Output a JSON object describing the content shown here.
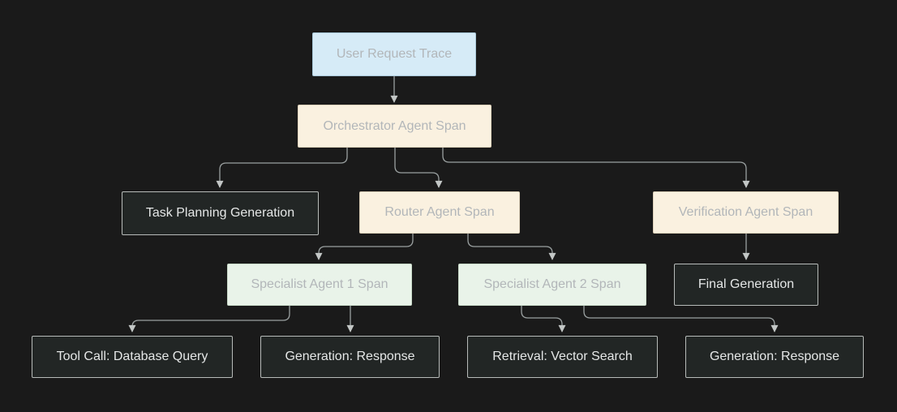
{
  "diagram": {
    "nodes": {
      "user_request_trace": {
        "label": "User Request Trace",
        "type": "trace"
      },
      "orchestrator": {
        "label": "Orchestrator Agent Span",
        "type": "agent"
      },
      "task_planning": {
        "label": "Task Planning Generation",
        "type": "operation"
      },
      "router": {
        "label": "Router Agent Span",
        "type": "agent"
      },
      "verification": {
        "label": "Verification Agent Span",
        "type": "agent"
      },
      "specialist_1": {
        "label": "Specialist Agent 1 Span",
        "type": "specialist"
      },
      "specialist_2": {
        "label": "Specialist Agent 2 Span",
        "type": "specialist"
      },
      "final_generation": {
        "label": "Final Generation",
        "type": "operation"
      },
      "tool_call": {
        "label": "Tool Call: Database Query",
        "type": "operation"
      },
      "generation_response_1": {
        "label": "Generation: Response",
        "type": "operation"
      },
      "retrieval": {
        "label": "Retrieval: Vector Search",
        "type": "operation"
      },
      "generation_response_2": {
        "label": "Generation: Response",
        "type": "operation"
      }
    },
    "edges": [
      {
        "from": "user_request_trace",
        "to": "orchestrator"
      },
      {
        "from": "orchestrator",
        "to": "task_planning"
      },
      {
        "from": "orchestrator",
        "to": "router"
      },
      {
        "from": "orchestrator",
        "to": "verification"
      },
      {
        "from": "router",
        "to": "specialist_1"
      },
      {
        "from": "router",
        "to": "specialist_2"
      },
      {
        "from": "verification",
        "to": "final_generation"
      },
      {
        "from": "specialist_1",
        "to": "tool_call"
      },
      {
        "from": "specialist_1",
        "to": "generation_response_1"
      },
      {
        "from": "specialist_2",
        "to": "retrieval"
      },
      {
        "from": "specialist_2",
        "to": "generation_response_2"
      }
    ],
    "colors": {
      "background": "#1a1a1a",
      "trace_fill": "#d6ebf7",
      "trace_border": "#a9c8da",
      "agent_fill": "#faf1e0",
      "agent_border": "#ddd0b9",
      "specialist_fill": "#e9f3e9",
      "specialist_border": "#c9dbc9",
      "operation_fill": "#222625",
      "operation_border": "#b7bbb9",
      "edge": "#9aa0a0",
      "arrowhead": "#c3c7c6",
      "label_on_light": "#b2b6b9",
      "label_on_dark": "#e5e7e7"
    }
  }
}
